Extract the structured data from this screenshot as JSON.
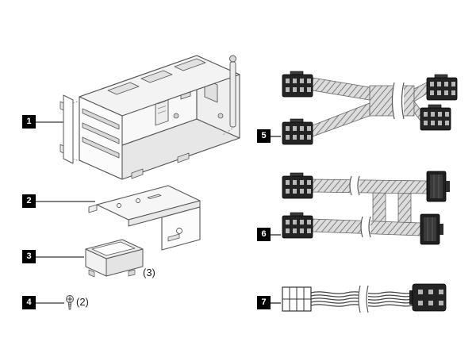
{
  "diagram": {
    "callout_bg": "#000000",
    "callout_fg": "#ffffff",
    "line_color": "#4a4a4a",
    "parts": [
      {
        "label": "1",
        "name": "pcie-riser-cage-assembly"
      },
      {
        "label": "2",
        "name": "riser-bracket"
      },
      {
        "label": "3",
        "name": "bezel-filler",
        "qty": "(3)"
      },
      {
        "label": "4",
        "name": "screw",
        "qty": "(2)"
      },
      {
        "label": "5",
        "name": "signal-cable-one-to-two"
      },
      {
        "label": "6",
        "name": "signal-cable-two-to-two"
      },
      {
        "label": "7",
        "name": "power-cable"
      }
    ]
  }
}
